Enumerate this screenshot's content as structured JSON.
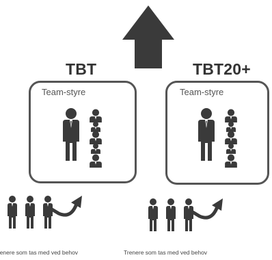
{
  "arrow": {
    "icon": "up-arrow-icon",
    "color": "#3a3a3a"
  },
  "columns": [
    {
      "heading": "TBT",
      "panel_label": "Team-styre",
      "caption": "Trenere som tas med ved behov"
    },
    {
      "heading": "TBT20+",
      "panel_label": "Team-styre",
      "caption": "Trenere som tas med ved behov"
    }
  ],
  "colors": {
    "person": "#3a3a3a",
    "frame": "#555555",
    "text": "#404040"
  }
}
